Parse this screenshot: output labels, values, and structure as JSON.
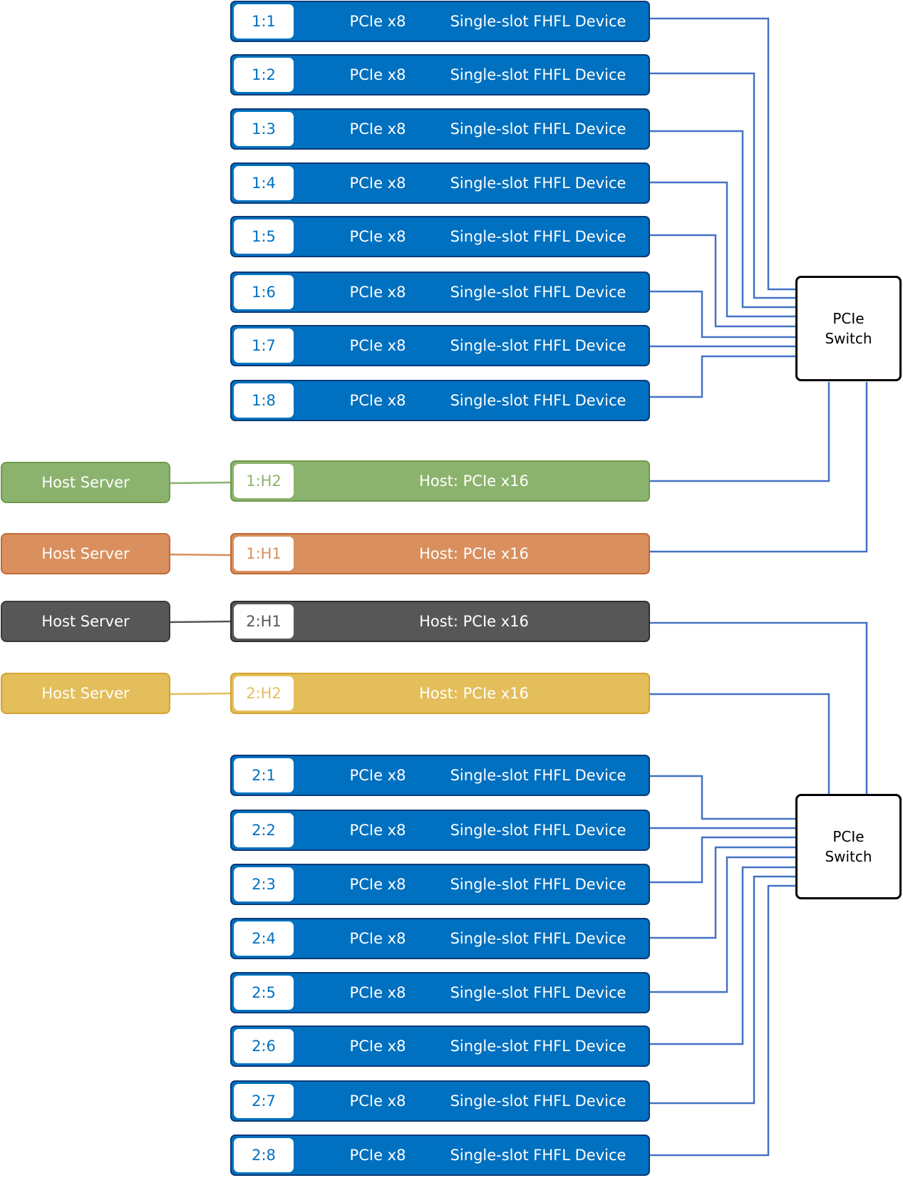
{
  "colors": {
    "device_fill": "#0070c0",
    "device_border": "#0b3a77",
    "wire": "#4472c4",
    "host_green": "#8cb36e",
    "host_orange": "#d98f5e",
    "host_gray": "#575757",
    "host_gold": "#e3be5a"
  },
  "switches": [
    {
      "line1": "PCIe",
      "line2": "Switch"
    },
    {
      "line1": "PCIe",
      "line2": "Switch"
    }
  ],
  "switch1_devices": [
    {
      "id": "1:1",
      "bus": "PCIe x8",
      "device": "Single-slot FHFL Device"
    },
    {
      "id": "1:2",
      "bus": "PCIe x8",
      "device": "Single-slot FHFL Device"
    },
    {
      "id": "1:3",
      "bus": "PCIe x8",
      "device": "Single-slot FHFL Device"
    },
    {
      "id": "1:4",
      "bus": "PCIe x8",
      "device": "Single-slot FHFL Device"
    },
    {
      "id": "1:5",
      "bus": "PCIe x8",
      "device": "Single-slot FHFL Device"
    },
    {
      "id": "1:6",
      "bus": "PCIe x8",
      "device": "Single-slot FHFL Device"
    },
    {
      "id": "1:7",
      "bus": "PCIe x8",
      "device": "Single-slot FHFL Device"
    },
    {
      "id": "1:8",
      "bus": "PCIe x8",
      "device": "Single-slot FHFL Device"
    }
  ],
  "hosts": [
    {
      "server": "Host Server",
      "id": "1:H2",
      "label": "Host: PCIe x16"
    },
    {
      "server": "Host Server",
      "id": "1:H1",
      "label": "Host: PCIe x16"
    },
    {
      "server": "Host Server",
      "id": "2:H1",
      "label": "Host: PCIe x16"
    },
    {
      "server": "Host Server",
      "id": "2:H2",
      "label": "Host: PCIe x16"
    }
  ],
  "switch2_devices": [
    {
      "id": "2:1",
      "bus": "PCIe x8",
      "device": "Single-slot FHFL Device"
    },
    {
      "id": "2:2",
      "bus": "PCIe x8",
      "device": "Single-slot FHFL Device"
    },
    {
      "id": "2:3",
      "bus": "PCIe x8",
      "device": "Single-slot FHFL Device"
    },
    {
      "id": "2:4",
      "bus": "PCIe x8",
      "device": "Single-slot FHFL Device"
    },
    {
      "id": "2:5",
      "bus": "PCIe x8",
      "device": "Single-slot FHFL Device"
    },
    {
      "id": "2:6",
      "bus": "PCIe x8",
      "device": "Single-slot FHFL Device"
    },
    {
      "id": "2:7",
      "bus": "PCIe x8",
      "device": "Single-slot FHFL Device"
    },
    {
      "id": "2:8",
      "bus": "PCIe x8",
      "device": "Single-slot FHFL Device"
    }
  ]
}
